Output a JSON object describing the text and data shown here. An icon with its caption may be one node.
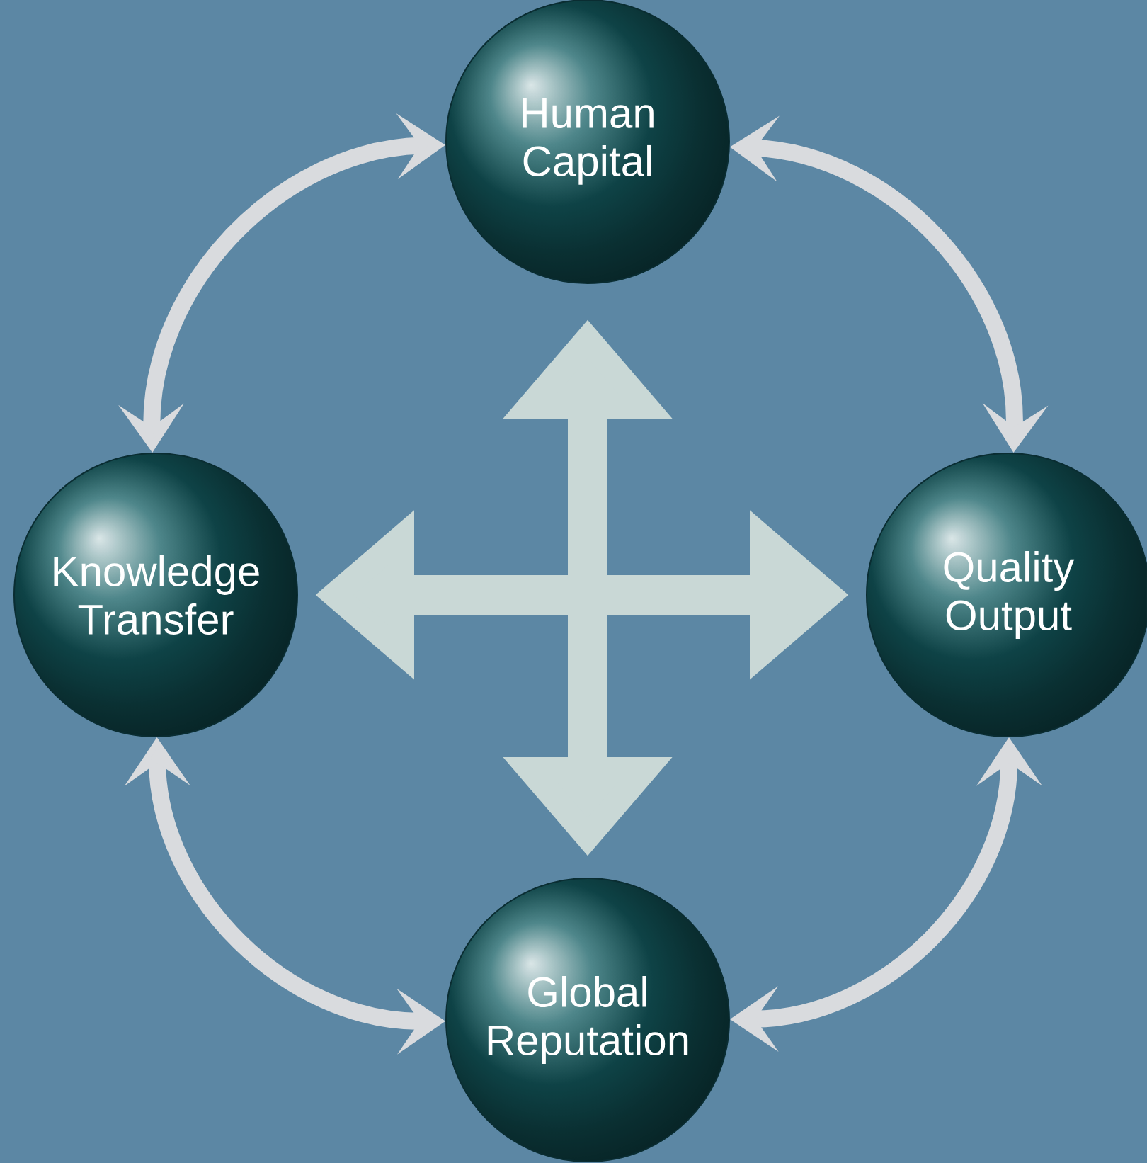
{
  "diagram": {
    "nodes": [
      {
        "text": [
          "Human Capital"
        ]
      },
      {
        "text": [
          "Quality Output"
        ]
      },
      {
        "text": [
          "Global Reputation"
        ]
      },
      {
        "text": [
          "Knowledge Transfer"
        ]
      }
    ],
    "edges": [
      {
        "from": 3,
        "to": 0,
        "arrow": "both"
      },
      {
        "from": 0,
        "to": 1,
        "arrow": "both"
      },
      {
        "from": 1,
        "to": 2,
        "arrow": "both"
      },
      {
        "from": 2,
        "to": 3,
        "arrow": "both"
      },
      {
        "from": 0,
        "to": 2,
        "arrow": "both",
        "style": "thick",
        "color": "#c9d8d6"
      },
      {
        "from": 3,
        "to": 1,
        "arrow": "both",
        "style": "thick",
        "color": "#c9d8d6"
      }
    ]
  }
}
